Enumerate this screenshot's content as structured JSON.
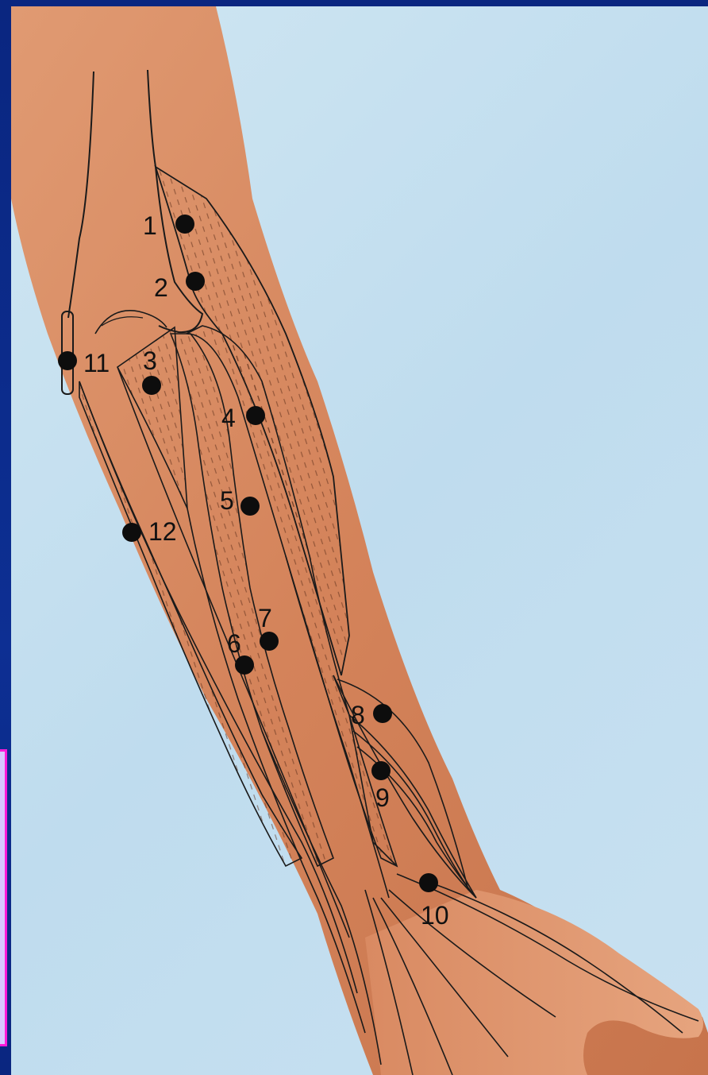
{
  "figure": {
    "colors": {
      "slide_background": "#0a2a7e",
      "plate_background": "#c6e0f0",
      "skin": "#d9875a",
      "muscle_lines": "#1a1a1a",
      "accent_border": "#ff1ad9"
    },
    "points": [
      {
        "label": "1"
      },
      {
        "label": "2"
      },
      {
        "label": "3"
      },
      {
        "label": "4"
      },
      {
        "label": "5"
      },
      {
        "label": "6"
      },
      {
        "label": "7"
      },
      {
        "label": "8"
      },
      {
        "label": "9"
      },
      {
        "label": "10"
      },
      {
        "label": "11"
      },
      {
        "label": "12"
      }
    ]
  }
}
